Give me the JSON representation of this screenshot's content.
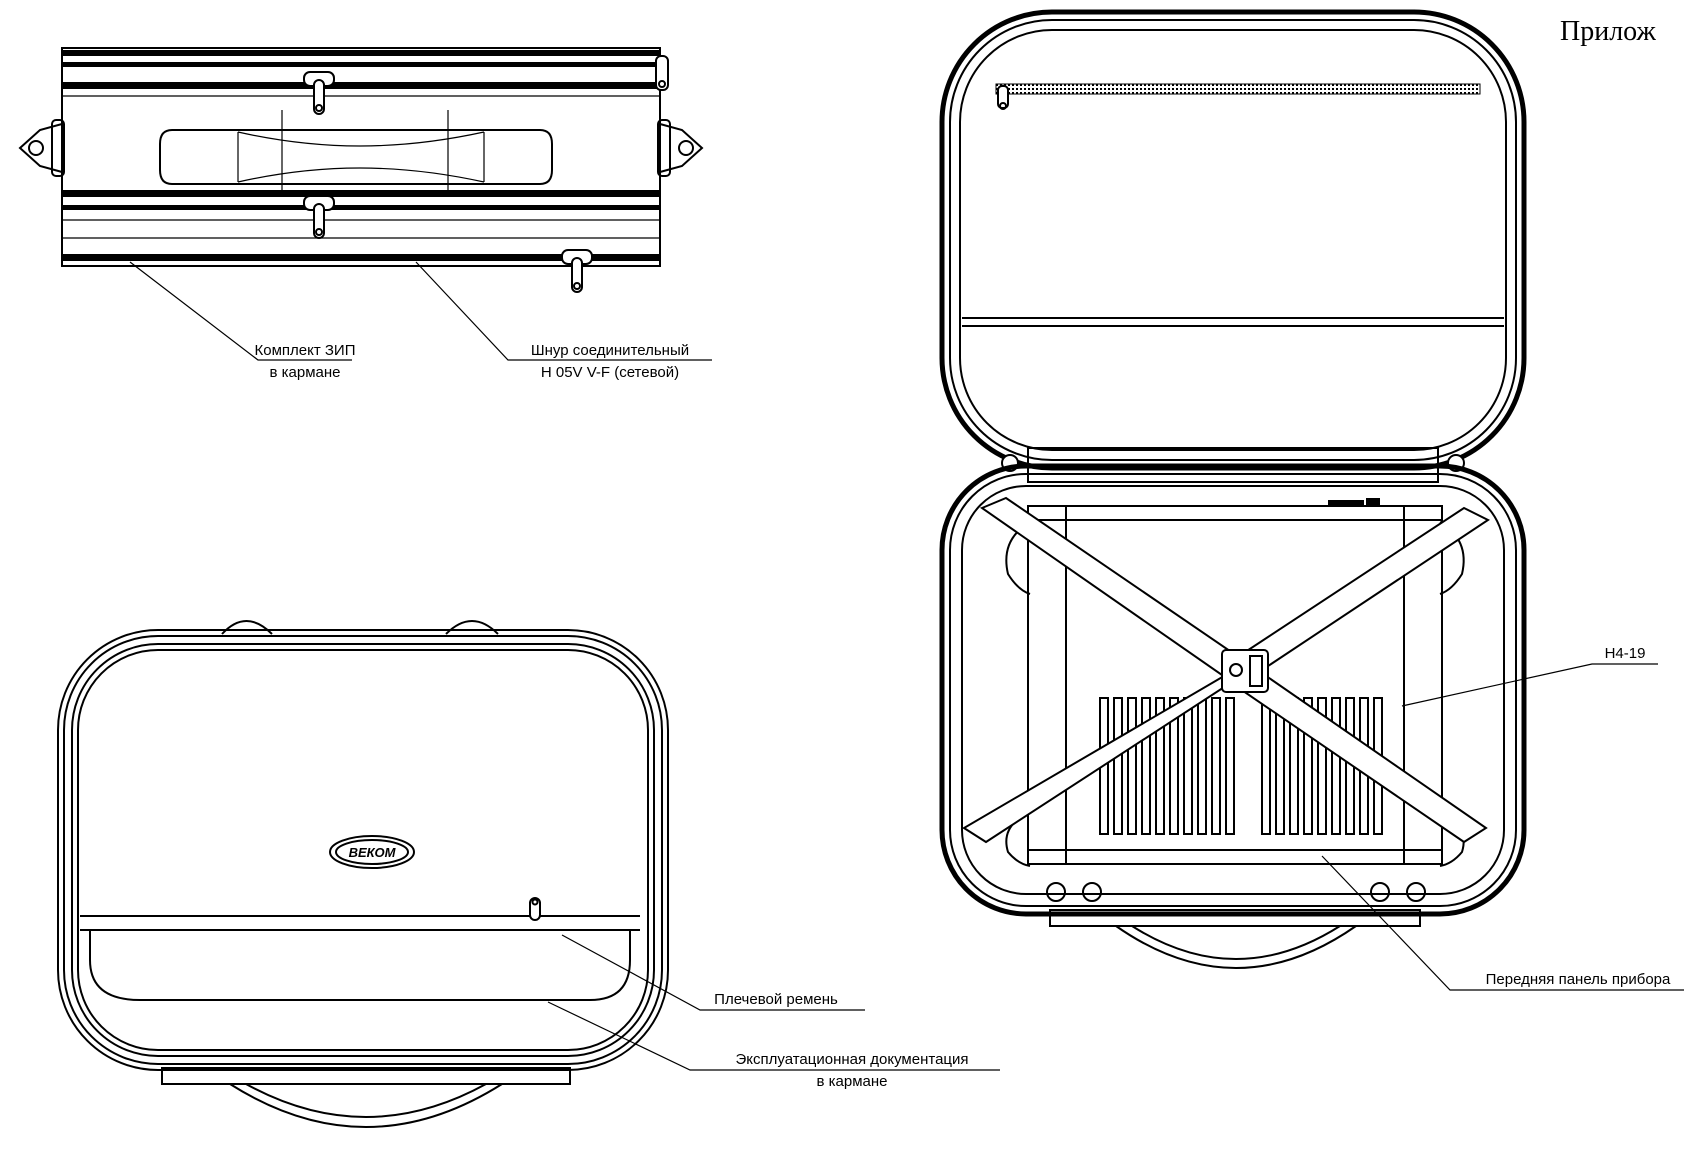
{
  "header": {
    "text": "Прилож"
  },
  "labels": {
    "zip_line1": "Комплект ЗИП",
    "zip_line2": "в кармане",
    "cord_line1": "Шнур соединительный",
    "cord_line2": "H 05V V-F (сетевой)",
    "strap": "Плечевой ремень",
    "docs_line1": "Эксплуатационная документация",
    "docs_line2": "в кармане",
    "device": "Н4-19",
    "front_panel": "Передняя панель прибора"
  },
  "logo": {
    "text": "ВЕКОМ"
  }
}
